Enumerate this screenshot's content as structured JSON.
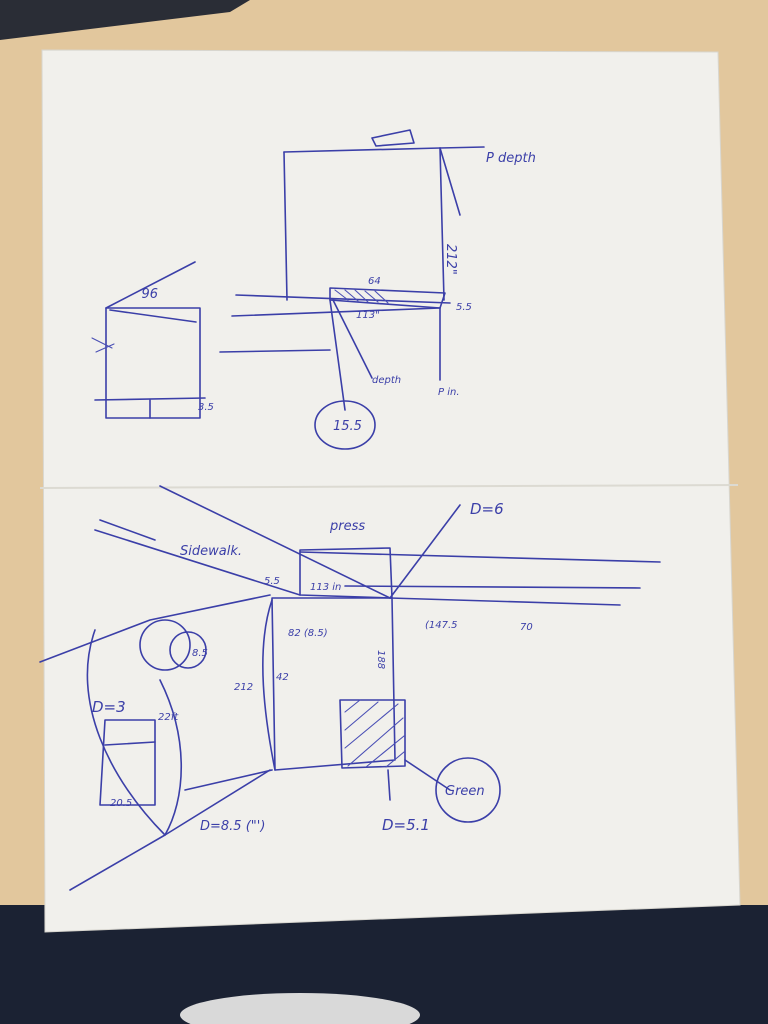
{
  "photo": {
    "subject": "hand-drawn site sketch on paper",
    "colors": {
      "desk": "#e2c79d",
      "paper": "#f1f0ec",
      "ink": "#3b3fa8",
      "fabric": "#1b2233"
    }
  },
  "notes": {
    "top": {
      "depth": "P depth",
      "len_212": "212\"",
      "len_64": "64",
      "len_113": "113\"",
      "depth2": "depth",
      "pin": "P in.",
      "circle": "15.5",
      "val_55": "5.5"
    },
    "left": {
      "len_96": "96",
      "val_35": "3.5"
    },
    "bottom": {
      "press": "press",
      "sidewalk": "Sidewalk.",
      "d6": "D=6",
      "d3": "D=3",
      "d51": "D=5.1",
      "d85": "D=8.5 (\"')",
      "len_188": "188",
      "len_212": "212",
      "len_42": "42",
      "len_113": "113 in",
      "len_82": "82 (8.5)",
      "len_1475": "(147.5",
      "len_70": "70",
      "len_22": "22ft",
      "len_205": "20.5",
      "val_85": "8.5",
      "val_55": "5.5",
      "circle": "Green"
    }
  }
}
